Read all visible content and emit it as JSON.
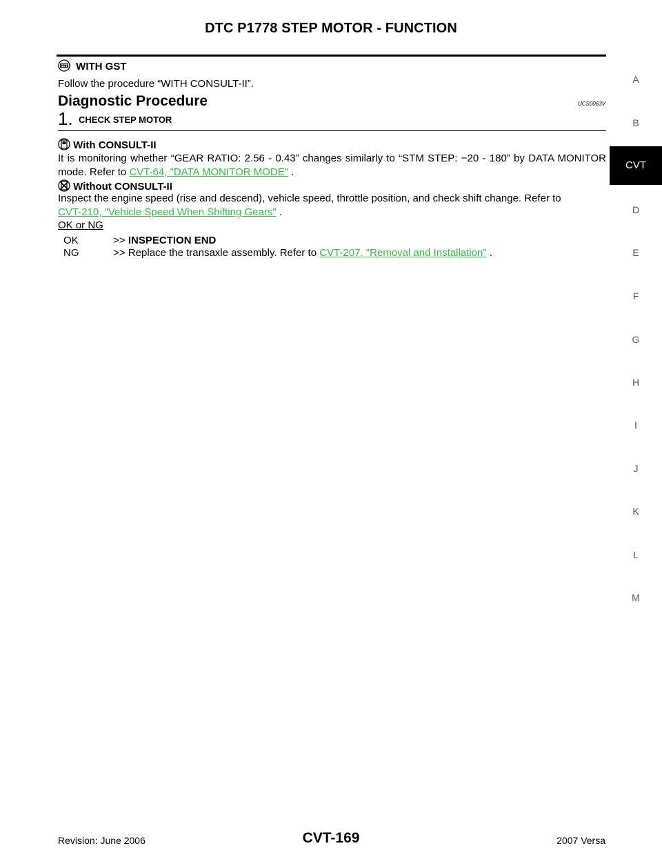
{
  "header": {
    "title": "DTC P1778 STEP MOTOR - FUNCTION"
  },
  "gst": {
    "icon": "gst-icon",
    "label": "WITH GST",
    "text": "Follow the procedure “WITH CONSULT-II”."
  },
  "section": {
    "title": "Diagnostic Procedure",
    "code": "UCS0063V"
  },
  "step": {
    "number": "1.",
    "title": "CHECK STEP MOTOR",
    "with_consult_label": "With CONSULT-II",
    "with_consult_text": "It is monitoring whether “GEAR RATIO: 2.56 - 0.43” changes similarly to “STM STEP: −20 - 180” by DATA MONITOR mode. Refer to",
    "with_consult_link": "CVT-64, \"DATA MONITOR MODE\"",
    "without_consult_label": "Without CONSULT-II",
    "without_consult_text": "Inspect the engine speed (rise and descend), vehicle speed, throttle position, and check shift change. Refer to",
    "without_consult_link": "CVT-210, \"Vehicle Speed When Shifting Gears\"",
    "period": ".",
    "ok_ng_label": "OK or NG",
    "results": [
      {
        "key": "OK",
        "arrow": ">>",
        "text": "INSPECTION END"
      },
      {
        "key": "NG",
        "arrow": ">>",
        "text": "Replace the transaxle assembly. Refer to",
        "link": "CVT-207, \"Removal and Installation\""
      }
    ]
  },
  "sidebar": {
    "letters": [
      "A",
      "B",
      "D",
      "E",
      "F",
      "G",
      "H",
      "I",
      "J",
      "K",
      "L",
      "M"
    ],
    "active": "CVT"
  },
  "footer": {
    "revision": "Revision: June 2006",
    "page": "CVT-169",
    "model": "2007 Versa"
  }
}
